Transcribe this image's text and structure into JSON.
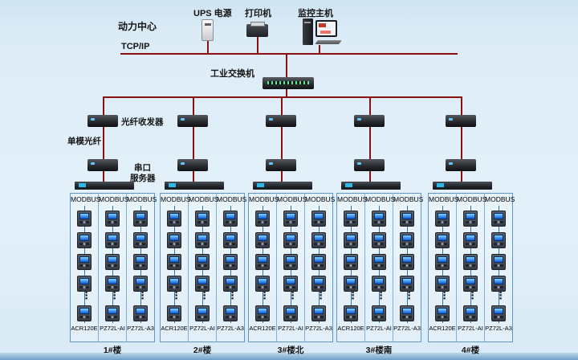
{
  "labels": {
    "power_center": "动力中心",
    "ups": "UPS 电源",
    "printer": "打印机",
    "host": "监控主机",
    "tcpip": "TCP/IP",
    "switch": "工业交换机",
    "fiber_transceiver": "光纤收发器",
    "single_mode_fiber": "单模光纤",
    "serial_server_line1": "串口",
    "serial_server_line2": "服务器"
  },
  "ellipsis": "⋮",
  "colors": {
    "trunk_line": "#8a1010",
    "bus_line": "#2f74b5",
    "group_border": "#5f97c9",
    "meter_screen": "#0d5bd8"
  },
  "groups": [
    {
      "name": "1#楼",
      "columns": [
        {
          "bus": "MODBUS",
          "model": "ACR120E"
        },
        {
          "bus": "MODBUS",
          "model": "PZ72L-AI"
        },
        {
          "bus": "MODBUS",
          "model": "PZ72L-A3"
        }
      ]
    },
    {
      "name": "2#楼",
      "columns": [
        {
          "bus": "MODBUS",
          "model": "ACR120E"
        },
        {
          "bus": "MODBUS",
          "model": "PZ72L-AI"
        },
        {
          "bus": "MODBUS",
          "model": "PZ72L-A3"
        }
      ]
    },
    {
      "name": "3#楼北",
      "columns": [
        {
          "bus": "MODBUS",
          "model": "ACR120E"
        },
        {
          "bus": "MODBUS",
          "model": "PZ72L-AI"
        },
        {
          "bus": "MODBUS",
          "model": "PZ72L-A3"
        }
      ]
    },
    {
      "name": "3#楼南",
      "columns": [
        {
          "bus": "MODBUS",
          "model": "ACR120E"
        },
        {
          "bus": "MODBUS",
          "model": "PZ72L-AI"
        },
        {
          "bus": "MODBUS",
          "model": "PZ72L-A3"
        }
      ]
    },
    {
      "name": "4#楼",
      "columns": [
        {
          "bus": "MODBUS",
          "model": "ACR120E"
        },
        {
          "bus": "MODBUS",
          "model": "PZ72L-AI"
        },
        {
          "bus": "MODBUS",
          "model": "PZ72L-A3"
        }
      ]
    }
  ],
  "meters_visible_per_column": 5
}
